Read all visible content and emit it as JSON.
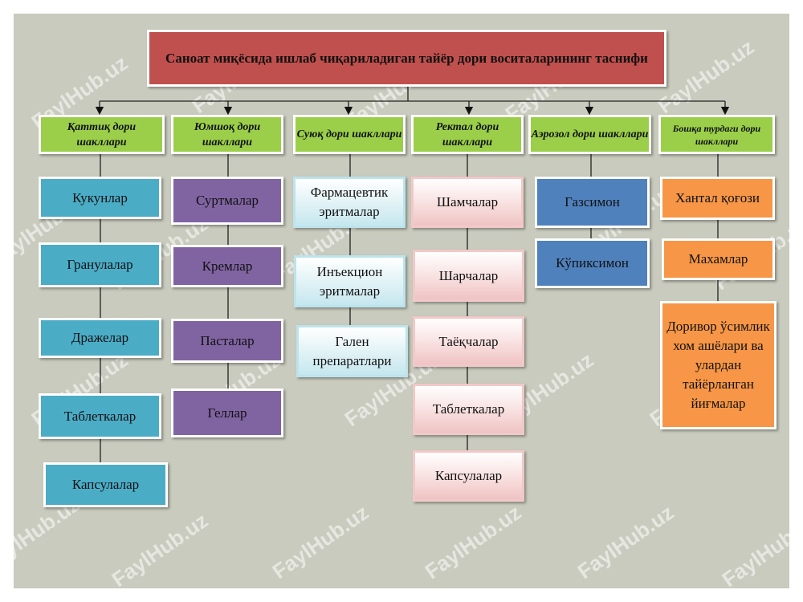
{
  "title": "Саноат миқёсида ишлаб чиқариладиган тайёр дори воситаларининг таснифи",
  "watermark": "FaylHub.uz",
  "columns": [
    {
      "header": "Қаттиқ дори шакллари",
      "color": "#4bacc6",
      "items": [
        "Кукунлар",
        "Гранулалар",
        "Дражелар",
        "Таблеткалар",
        "Капсулалар"
      ]
    },
    {
      "header": "Юмшоқ дори шакллари",
      "color": "#8064a2",
      "items": [
        "Суртмалар",
        "Кремлар",
        "Пасталар",
        "Геллар"
      ]
    },
    {
      "header": "Суюқ дори шакллари",
      "color": "#d7eef3",
      "items": [
        "Фармацевтик эритмалар",
        "Инъекцион эритмалар",
        "Гален препаратлари"
      ]
    },
    {
      "header": "Ректал дори шакллари",
      "color": "#f6d6d6",
      "items": [
        "Шамчалар",
        "Шарчалар",
        "Таёқчалар",
        "Таблеткалар",
        "Капсулалар"
      ]
    },
    {
      "header": "Аэрозол дори шакллари",
      "color": "#4f81bd",
      "items": [
        "Газсимон",
        "Кўпиксимон"
      ]
    },
    {
      "header": "Бошқа турдаги дори шакллари",
      "color": "#f79646",
      "items": [
        "Хантал қоғози",
        "Махамлар",
        "Доривор ўсимлик хом ашёлари ва улардан тайёрланган йиғмалар"
      ]
    }
  ],
  "colors": {
    "header": "#9bcf4a",
    "title": "#c0504d",
    "background": "#c8cbbd"
  }
}
